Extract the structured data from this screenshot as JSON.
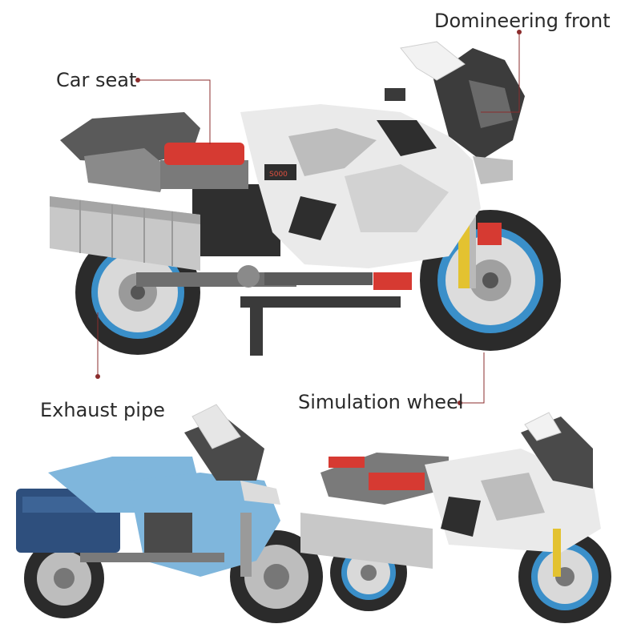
{
  "callouts": {
    "car_seat": "Car seat",
    "domineering_front": "Domineering front",
    "exhaust_pipe": "Exhaust pipe",
    "simulation_wheel": "Simulation wheel"
  },
  "bike_badge": "S000",
  "colors": {
    "leader_line": "#8b2c2c",
    "body_white": "#e9e9e9",
    "body_grey": "#8a8a8a",
    "body_dark": "#4a4a4a",
    "accent_red": "#d63a32",
    "rim_blue": "#3a8fc9",
    "tire_black": "#2b2b2b",
    "light_blue": "#7fb6dc",
    "navy": "#2e4f7d",
    "fork_gold": "#e3c230"
  }
}
